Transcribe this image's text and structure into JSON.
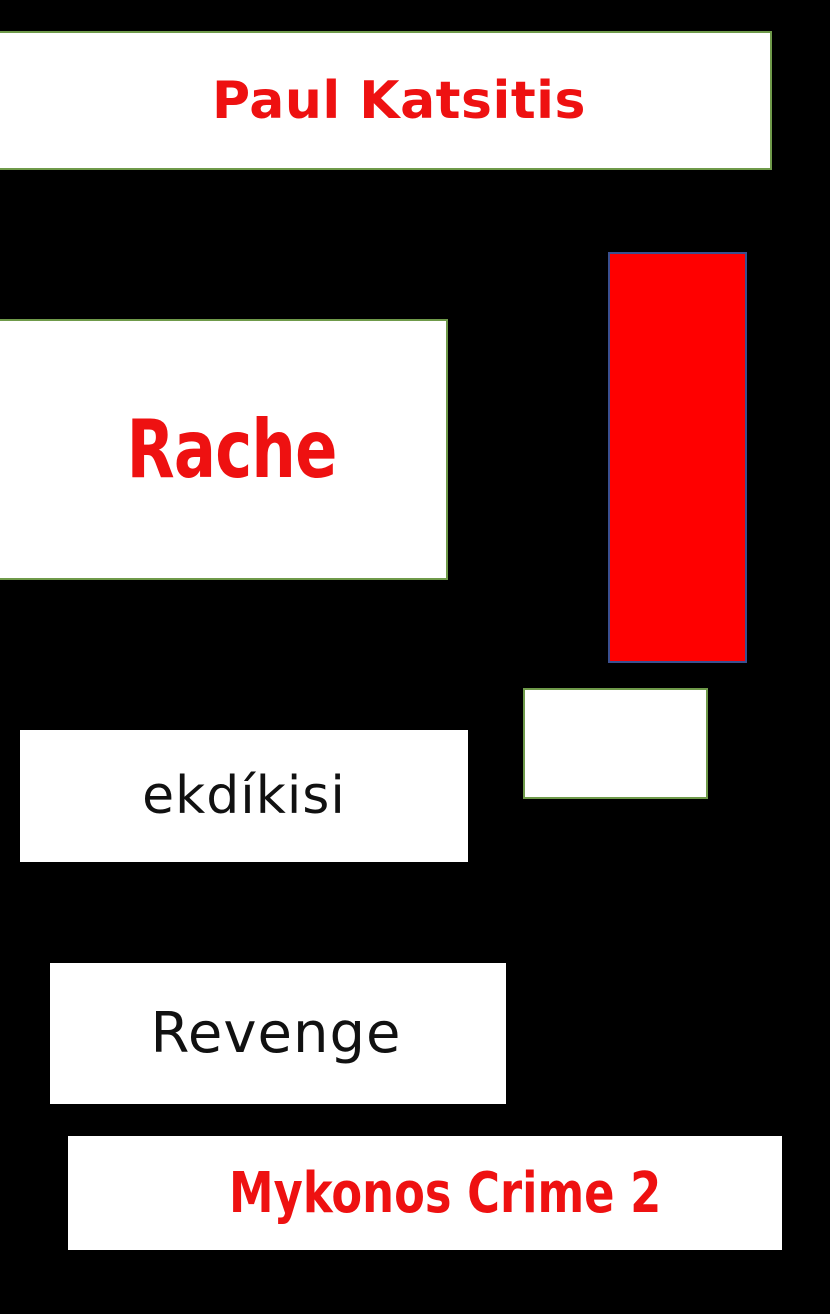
{
  "cover": {
    "author": "Paul Katsitis",
    "title": "Rache",
    "subtitle_greek": "ekdíkisi",
    "subtitle_english": "Revenge",
    "series": "Mykonos Crime 2"
  },
  "colors": {
    "background": "#000000",
    "accent_red": "#ff0000",
    "text_red": "#ee1111",
    "panel_white": "#ffffff",
    "panel_border_green": "#6f9a4a",
    "bar_border_blue": "#3b4f8f"
  }
}
